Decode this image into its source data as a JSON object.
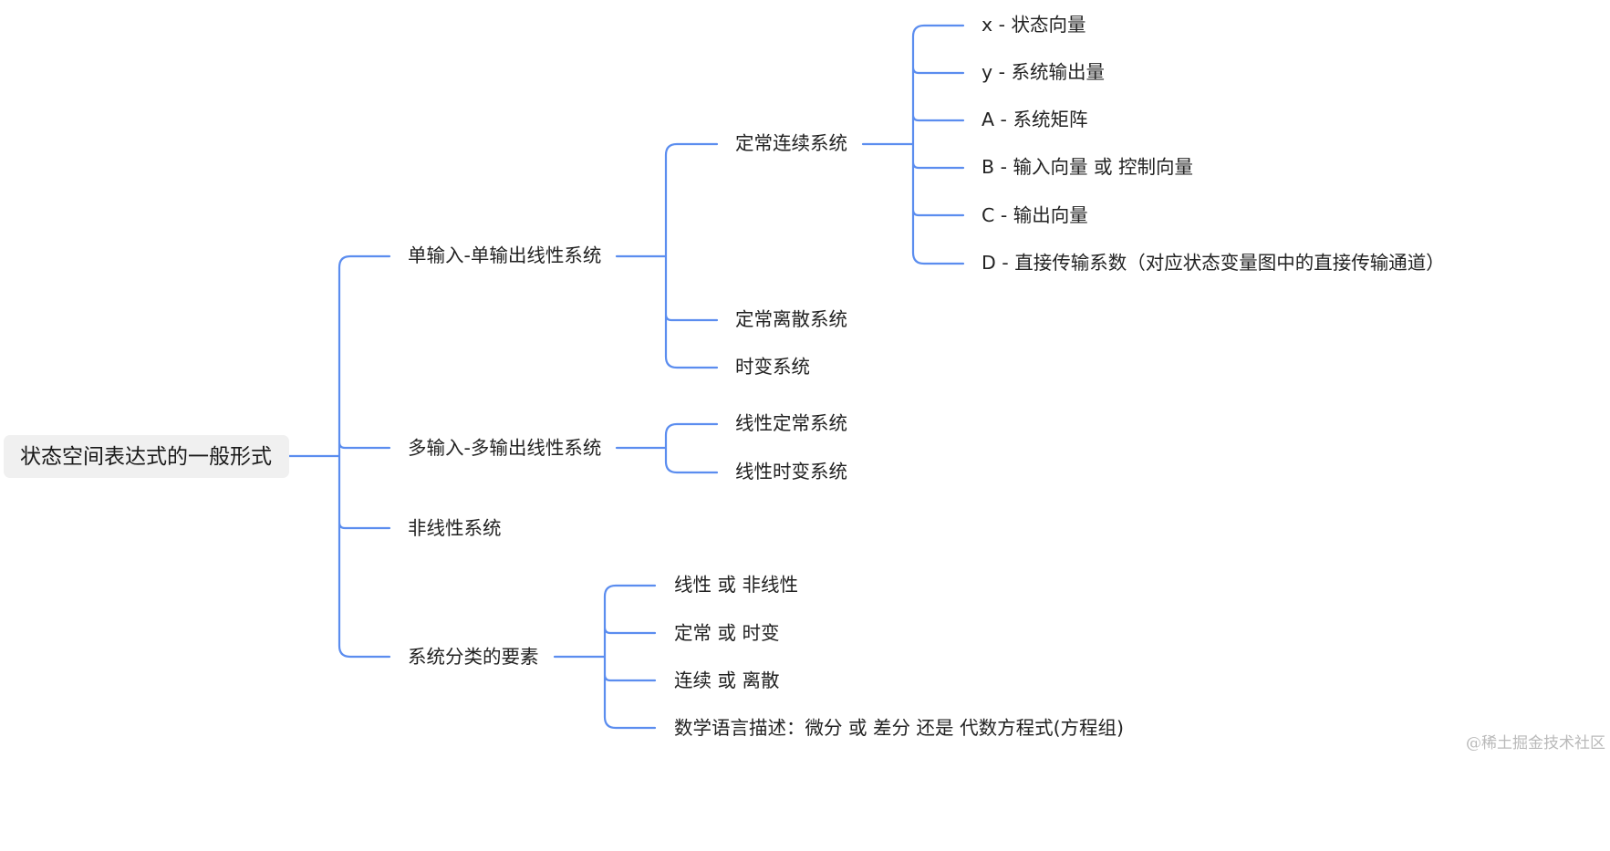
{
  "colors": {
    "connector": "#5b8def",
    "root_bg": "#f0f0f0",
    "text": "#222222",
    "watermark": "#b9b9b9"
  },
  "root": {
    "label": "状态空间表达式的一般形式",
    "children": [
      {
        "label": "单输入-单输出线性系统",
        "children": [
          {
            "label": "定常连续系统",
            "children": [
              {
                "label": "x - 状态向量"
              },
              {
                "label": "y - 系统输出量"
              },
              {
                "label": "A - 系统矩阵"
              },
              {
                "label": "B - 输入向量 或 控制向量"
              },
              {
                "label": "C - 输出向量"
              },
              {
                "label": "D - 直接传输系数（对应状态变量图中的直接传输通道）"
              }
            ]
          },
          {
            "label": "定常离散系统"
          },
          {
            "label": "时变系统"
          }
        ]
      },
      {
        "label": "多输入-多输出线性系统",
        "children": [
          {
            "label": "线性定常系统"
          },
          {
            "label": "线性时变系统"
          }
        ]
      },
      {
        "label": "非线性系统"
      },
      {
        "label": "系统分类的要素",
        "children": [
          {
            "label": "线性 或 非线性"
          },
          {
            "label": "定常 或 时变"
          },
          {
            "label": "连续 或 离散"
          },
          {
            "label": "数学语言描述：微分 或 差分 还是 代数方程式(方程组)"
          }
        ]
      }
    ]
  },
  "watermark": "@稀土掘金技术社区"
}
